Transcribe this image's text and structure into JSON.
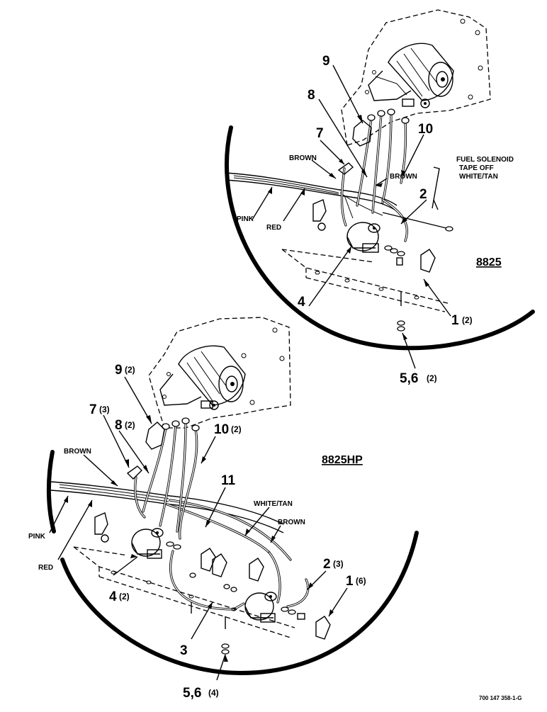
{
  "figure_id": "700 147 358-1-G",
  "top_view": {
    "model": "8825",
    "callouts": [
      {
        "num": "9",
        "qty": ""
      },
      {
        "num": "8",
        "qty": ""
      },
      {
        "num": "7",
        "qty": ""
      },
      {
        "num": "10",
        "qty": ""
      },
      {
        "num": "2",
        "qty": ""
      },
      {
        "num": "4",
        "qty": ""
      },
      {
        "num": "1",
        "qty": "(2)"
      },
      {
        "num": "5,6",
        "qty": "(2)"
      }
    ],
    "wire_labels": {
      "brown_left": "BROWN",
      "brown_right": "BROWN",
      "pink": "PINK",
      "red": "RED",
      "fuel_note": [
        "FUEL SOLENOID",
        "TAPE OFF",
        "WHITE/TAN"
      ]
    }
  },
  "bottom_view": {
    "model": "8825HP",
    "callouts": [
      {
        "num": "9",
        "qty": "(2)"
      },
      {
        "num": "7",
        "qty": "(3)"
      },
      {
        "num": "8",
        "qty": "(2)"
      },
      {
        "num": "10",
        "qty": "(2)"
      },
      {
        "num": "11",
        "qty": ""
      },
      {
        "num": "2",
        "qty": "(3)"
      },
      {
        "num": "1",
        "qty": "(6)"
      },
      {
        "num": "4",
        "qty": "(2)"
      },
      {
        "num": "3",
        "qty": ""
      },
      {
        "num": "5,6",
        "qty": "(4)"
      }
    ],
    "wire_labels": {
      "brown_left": "BROWN",
      "white_tan": "WHITE/TAN",
      "brown_right": "BROWN",
      "pink": "PINK",
      "red": "RED"
    }
  }
}
